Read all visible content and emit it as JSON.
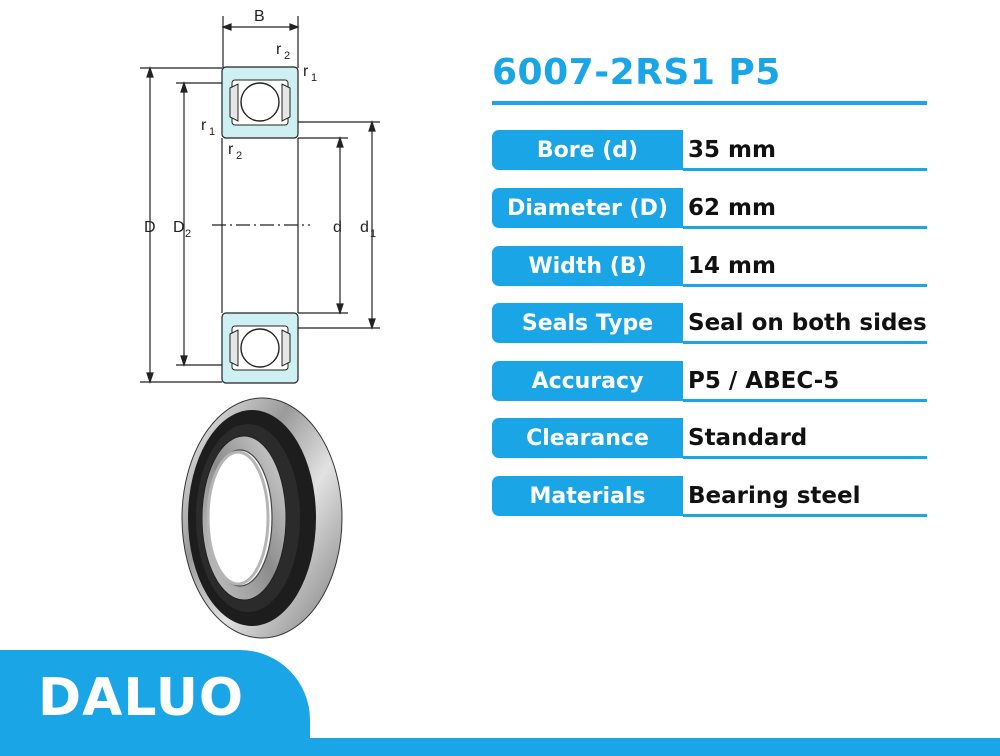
{
  "product_title": "6007-2RS1 P5",
  "diagram": {
    "label_B": "B",
    "label_r2_top": "r",
    "label_r2_top_sub": "2",
    "label_r1_top": "r",
    "label_r1_top_sub": "1",
    "label_r1_left": "r",
    "label_r1_left_sub": "1",
    "label_r2_left": "r",
    "label_r2_left_sub": "2",
    "label_D": "D",
    "label_D2": "D",
    "label_D2_sub": "2",
    "label_d": "d",
    "label_d1": "d",
    "label_d1_sub": "1",
    "ring_color": "#cff0f2"
  },
  "specs": [
    {
      "label": "Bore (d)",
      "value": "35 mm"
    },
    {
      "label": "Diameter (D)",
      "value": "62 mm"
    },
    {
      "label": "Width (B)",
      "value": "14 mm"
    },
    {
      "label": "Seals Type",
      "value": "Seal on both sides"
    },
    {
      "label": "Accuracy",
      "value": "P5 / ABEC-5"
    },
    {
      "label": "Clearance",
      "value": "Standard"
    },
    {
      "label": "Materials",
      "value": "Bearing steel"
    }
  ],
  "brand": "DALUO",
  "colors": {
    "accent": "#1aa5e6",
    "text": "#111111"
  }
}
